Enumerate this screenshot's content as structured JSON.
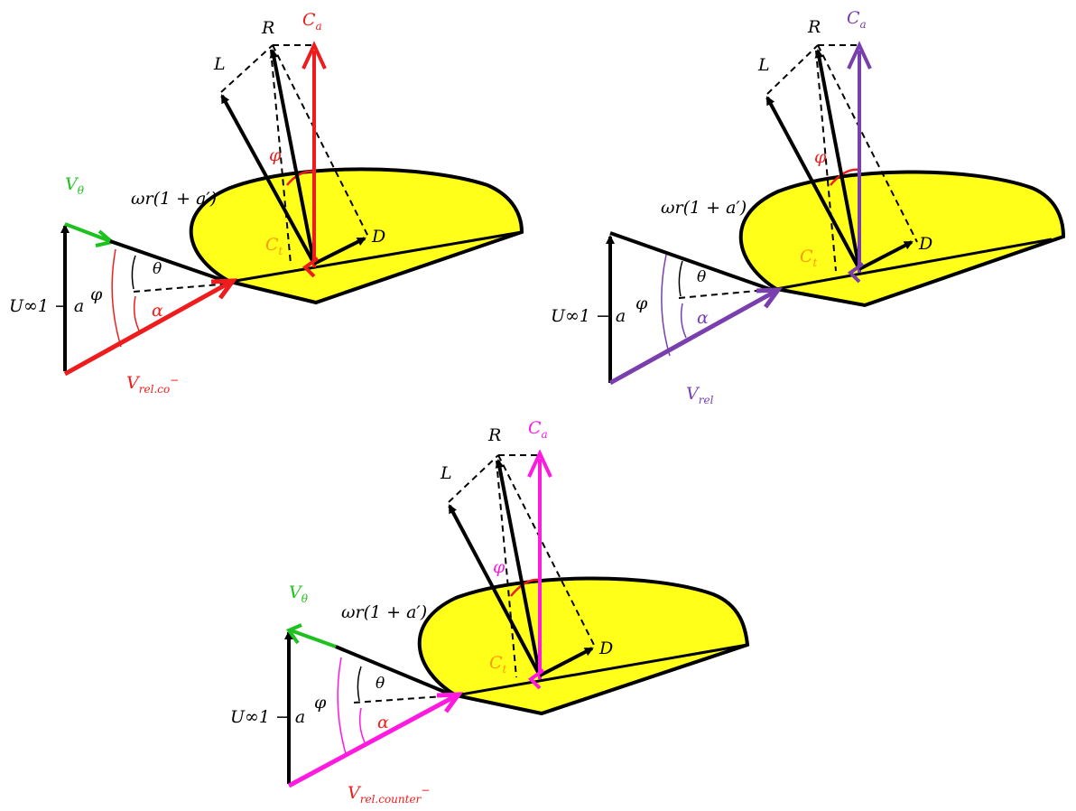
{
  "colors": {
    "blade_fill": "#ffff1a",
    "black": "#000000",
    "green": "#1ec21e",
    "red": "#ee1c1c",
    "purple": "#7a3fae",
    "magenta": "#ff1ae0",
    "ct_orange": "#ff9900"
  },
  "diagrams": [
    {
      "variant": "co-rotating",
      "accent_color": "#ee1c1c",
      "labels": {
        "v_theta": "V",
        "v_theta_sub": "θ",
        "omega_r": "ωr(1 + a′)",
        "u_inf": "U",
        "u_inf_rest": "∞1 − a",
        "phi": "φ",
        "theta": "θ",
        "alpha": "α",
        "v_rel": "V",
        "v_rel_sub": "rel.co",
        "v_rel_sup": "−",
        "lift": "L",
        "resultant": "R",
        "axial": "C",
        "axial_sub": "a",
        "tangential": "C",
        "tangential_sub": "t",
        "drag": "D",
        "phi_blade": "φ"
      }
    },
    {
      "variant": "single",
      "accent_color": "#7a3fae",
      "labels": {
        "omega_r": "ωr(1 + a′)",
        "u_inf": "U",
        "u_inf_rest": "∞1 − a",
        "phi": "φ",
        "theta": "θ",
        "alpha": "α",
        "v_rel": "V",
        "v_rel_sub": "rel",
        "lift": "L",
        "resultant": "R",
        "axial": "C",
        "axial_sub": "a",
        "tangential": "C",
        "tangential_sub": "t",
        "drag": "D",
        "phi_blade": "φ"
      }
    },
    {
      "variant": "counter-rotating",
      "accent_color": "#ff1ae0",
      "labels": {
        "v_theta": "V",
        "v_theta_sub": "θ",
        "omega_r": "ωr(1 + a′)",
        "u_inf": "U",
        "u_inf_rest": "∞1 − a",
        "phi": "φ",
        "theta": "θ",
        "alpha": "α",
        "v_rel": "V",
        "v_rel_sub": "rel.counter",
        "v_rel_sup": "−",
        "lift": "L",
        "resultant": "R",
        "axial": "C",
        "axial_sub": "a",
        "tangential": "C",
        "tangential_sub": "t",
        "drag": "D",
        "phi_blade": "φ"
      }
    }
  ]
}
